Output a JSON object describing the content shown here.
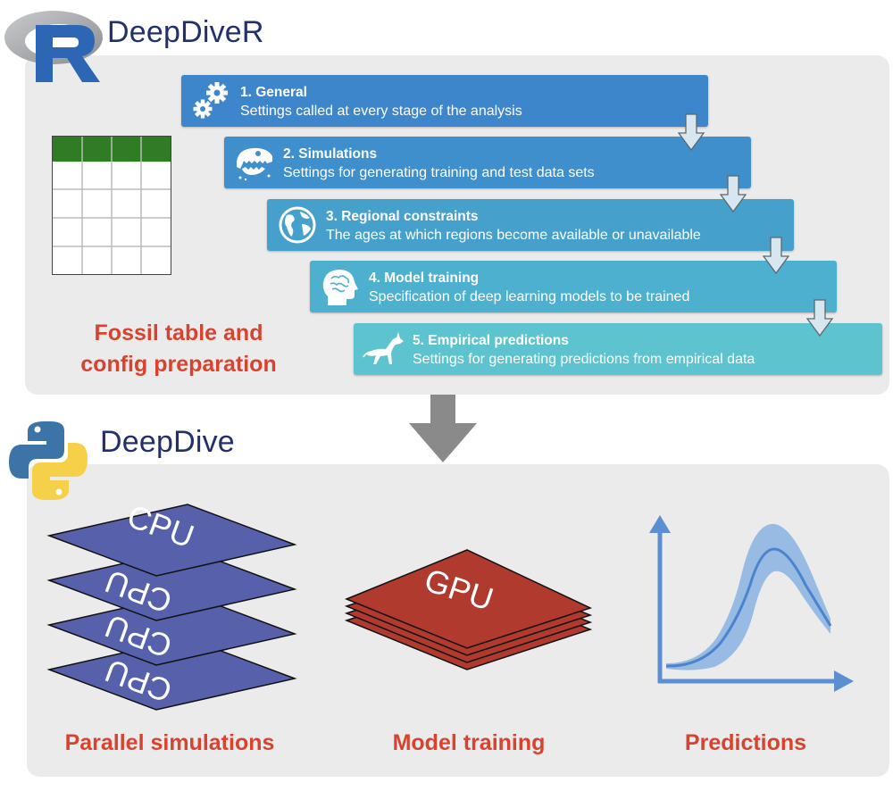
{
  "header": {
    "r_package": "DeepDiveR",
    "python_package": "DeepDive"
  },
  "steps": [
    {
      "title": "1. General",
      "description": "Settings called at every stage of the analysis",
      "icon": "gears-icon"
    },
    {
      "title": "2. Simulations",
      "description": "Settings for generating training and test data sets",
      "icon": "dinosaur-skull-icon"
    },
    {
      "title": "3. Regional constraints",
      "description": "The ages at which regions become available or unavailable",
      "icon": "globe-icon"
    },
    {
      "title": "4. Model training",
      "description": "Specification of deep learning models to be trained",
      "icon": "brain-head-icon"
    },
    {
      "title": "5. Empirical predictions",
      "description": "Settings for generating predictions from empirical data",
      "icon": "fox-icon"
    }
  ],
  "left_section": {
    "label_line1": "Fossil table and",
    "label_line2": "config preparation",
    "icon": "table-icon"
  },
  "bottom": {
    "parallel_label": "Parallel simulations",
    "training_label": "Model training",
    "predictions_label": "Predictions",
    "cpu_text": "CPU",
    "gpu_text": "GPU"
  },
  "colors": {
    "accent_red": "#d8432f",
    "title_navy": "#23306b",
    "cpu_blue": "#5660ab",
    "gpu_red": "#b03a2e",
    "curve_blue": "#5b8fd1",
    "panel_grey": "#ebebeb"
  }
}
